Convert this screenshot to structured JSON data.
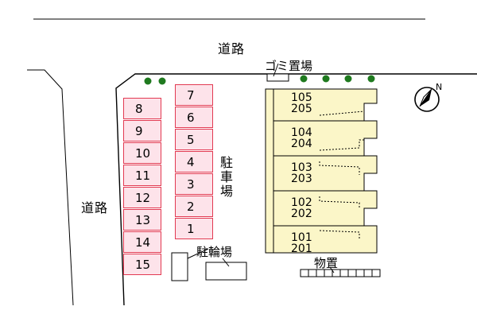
{
  "roads": {
    "top_label": "道路",
    "left_label": "道路"
  },
  "facilities": {
    "garbage": "ゴミ置場",
    "parking": "駐車場",
    "bicycle": "駐輪場",
    "storage": "物置"
  },
  "parking_left": [
    "8",
    "9",
    "10",
    "11",
    "12",
    "13",
    "14",
    "15"
  ],
  "parking_right": [
    "7",
    "6",
    "5",
    "4",
    "3",
    "2",
    "1"
  ],
  "units": [
    {
      "upper": "105",
      "lower": "205"
    },
    {
      "upper": "104",
      "lower": "204"
    },
    {
      "upper": "103",
      "lower": "203"
    },
    {
      "upper": "102",
      "lower": "202"
    },
    {
      "upper": "101",
      "lower": "201"
    }
  ],
  "compass": {
    "symbol": "N"
  },
  "colors": {
    "parking_fill": "#fde3ea",
    "parking_border": "#e23a52",
    "building_fill": "#fbf6c8",
    "tree": "#1f7a1f",
    "lot_fill": "#ffffff"
  }
}
